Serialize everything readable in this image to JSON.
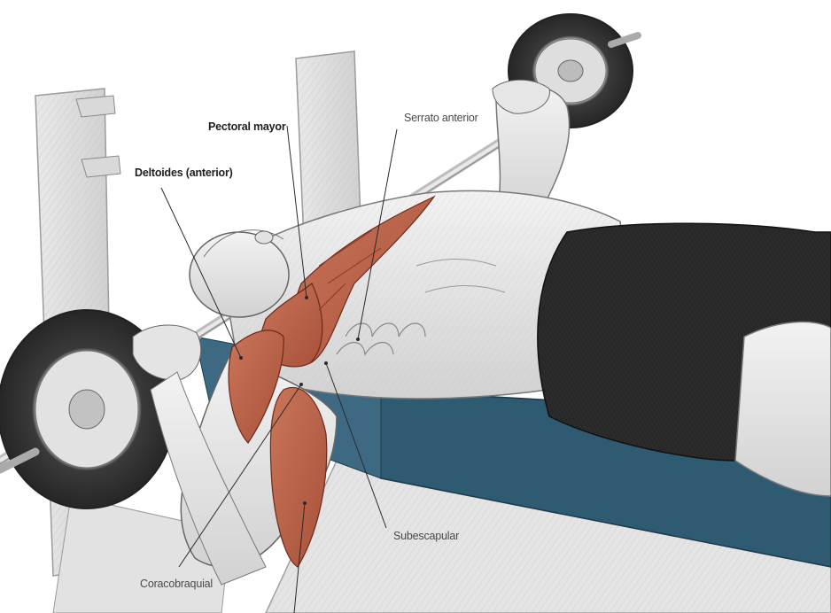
{
  "labels": {
    "pectoral_mayor": "Pectoral mayor",
    "deltoides_anterior": "Deltoides (anterior)",
    "serrato_anterior": "Serrato anterior",
    "subescapular": "Subescapular",
    "coracobraquial": "Coracobraquial"
  },
  "colors": {
    "muscle_highlight": "#b8644a",
    "bench_pad": "#2f5b72",
    "shorts": "#2b2b2b",
    "plate": "#3a3a3a",
    "frame": "#dcdcdc",
    "sketch_line": "#555555"
  }
}
